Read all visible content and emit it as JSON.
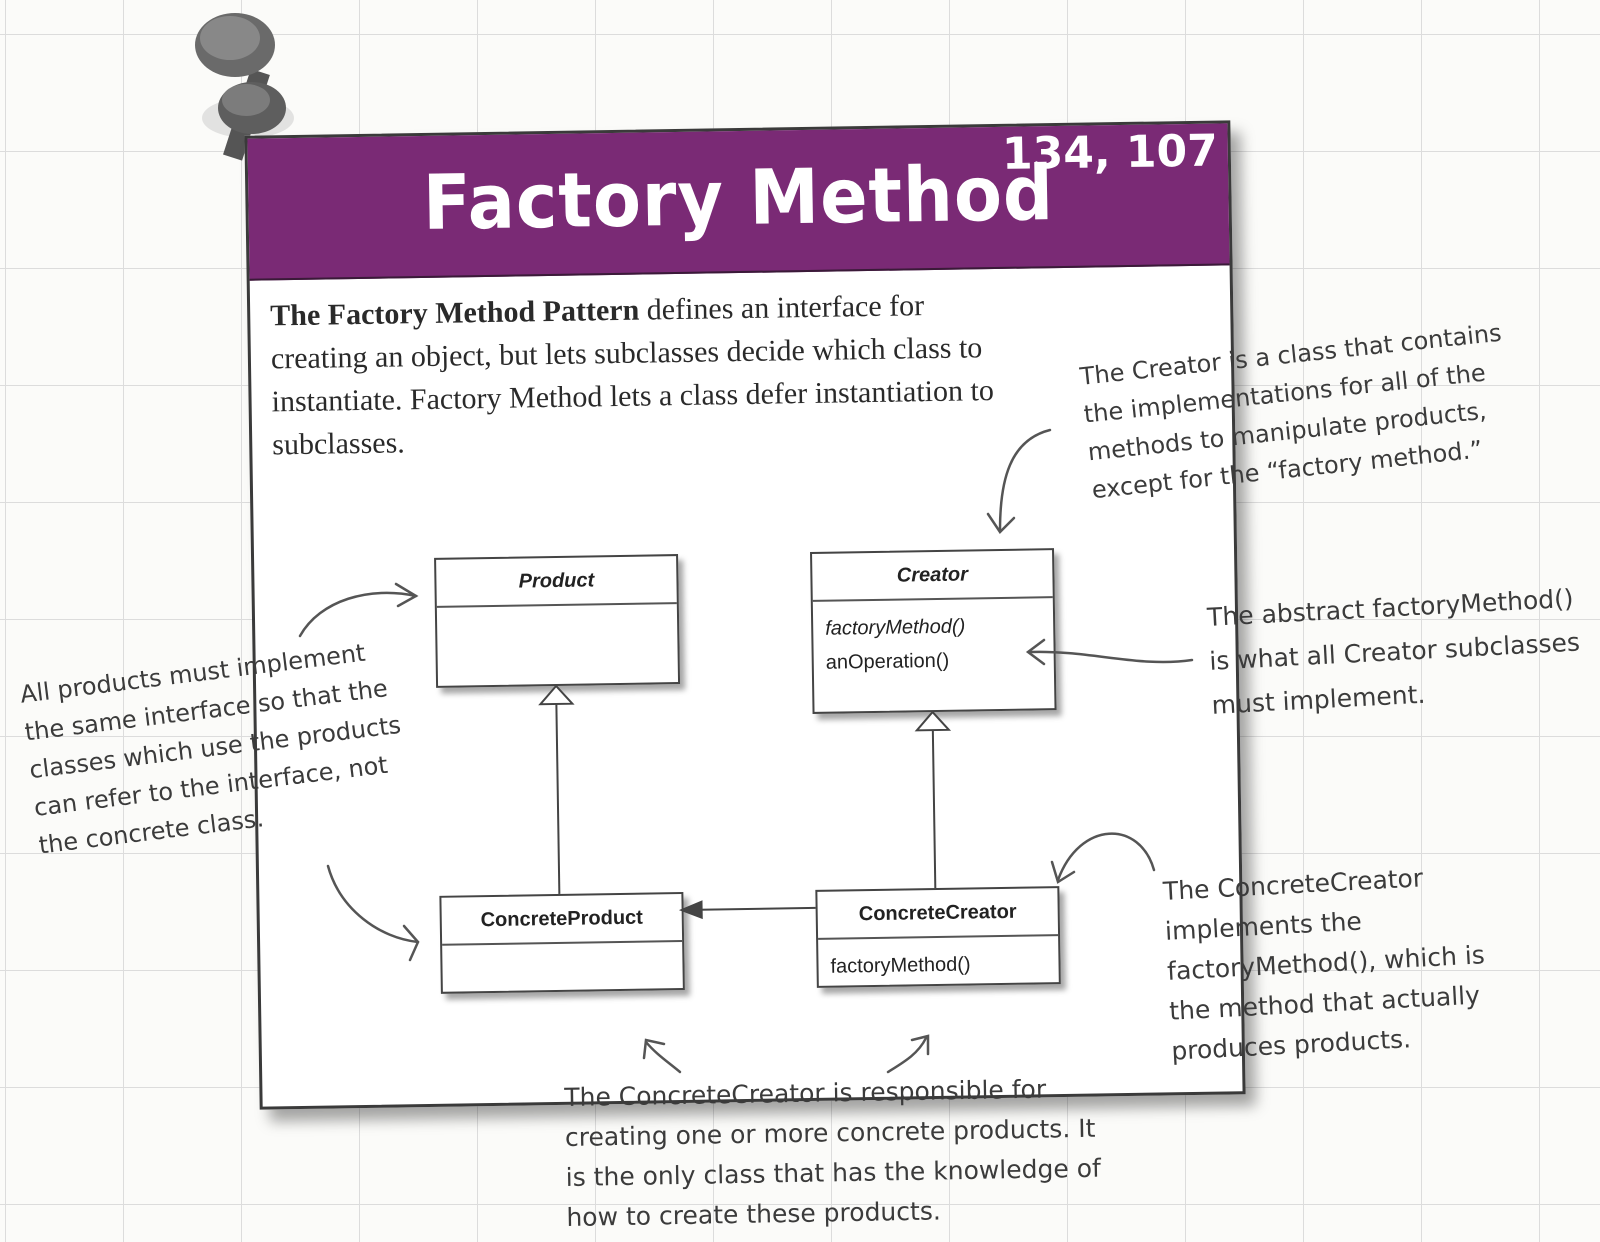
{
  "banner": {
    "title": "Factory Method",
    "pages": "134, 107"
  },
  "definition": {
    "bold": "The Factory Method Pattern",
    "rest": " defines an interface for creating an object, but lets subclasses decide which class to instantiate.  Factory Method lets a class defer instantiation to subclasses."
  },
  "diagram": {
    "product": {
      "name": "Product"
    },
    "creator": {
      "name": "Creator",
      "ops": [
        "factoryMethod()",
        "anOperation()"
      ]
    },
    "concrete_product": {
      "name": "ConcreteProduct"
    },
    "concrete_creator": {
      "name": "ConcreteCreator",
      "ops": [
        "factoryMethod()"
      ]
    }
  },
  "notes": {
    "creator": [
      "The Creator is a class that contains",
      "the implementations for all of the",
      "methods to manipulate products,",
      "except for the “factory method.”"
    ],
    "abstract_factory": [
      "The abstract factoryMethod()",
      "is what all Creator subclasses",
      "must implement."
    ],
    "products": [
      "All products must implement",
      "the same interface so that the",
      "classes which use the products",
      "can refer to the interface, not",
      "the concrete class."
    ],
    "concrete_creator_impl": [
      "The ConcreteCreator",
      "implements the",
      "factoryMethod(), which is",
      "the method that actually",
      "produces products."
    ],
    "concrete_creator_resp": [
      "The ConcreteCreator is responsible for",
      "creating one or more concrete products.  It",
      "is the only class that has the knowledge of",
      "how to create these products."
    ]
  }
}
